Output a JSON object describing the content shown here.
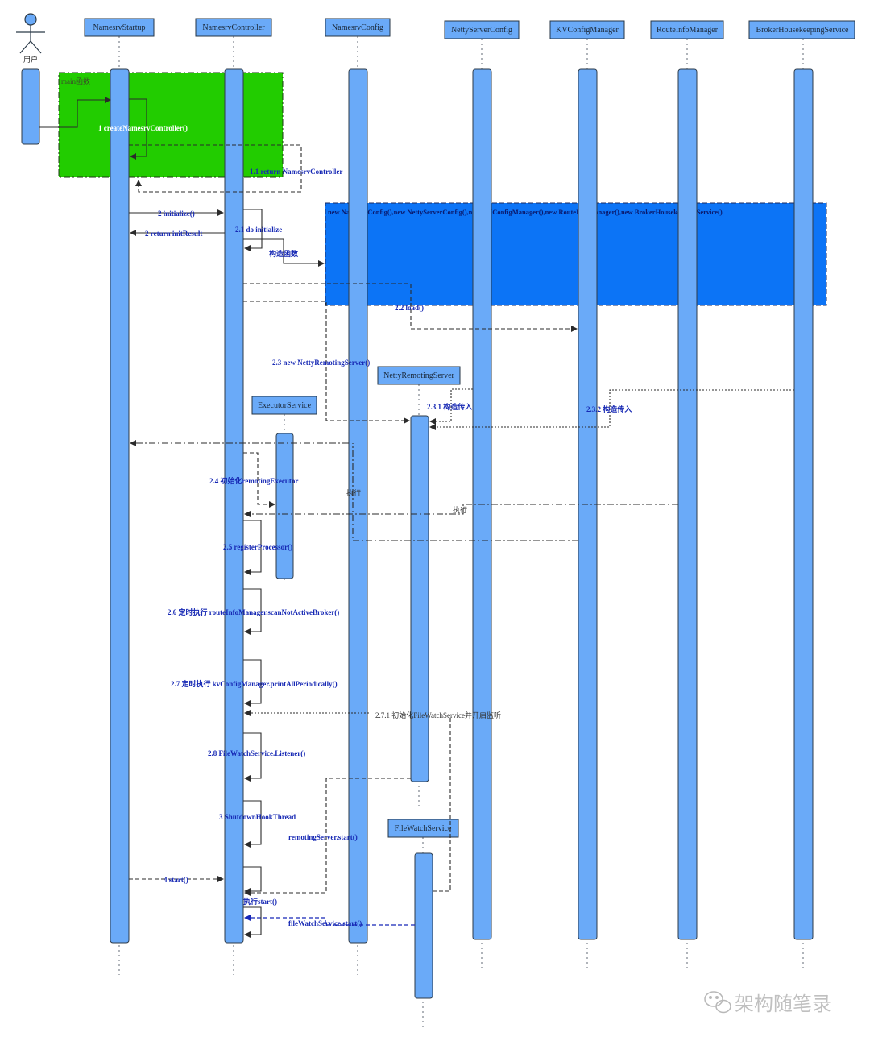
{
  "actor": {
    "label": "用户",
    "icon": "stick-figure-actor-icon"
  },
  "participants": [
    "NamesrvStartup",
    "NamesrvController",
    "NamesrvConfig",
    "NettyServerConfig",
    "KVConfigManager",
    "RouteInfoManager",
    "BrokerHousekeepingService"
  ],
  "created_participants": {
    "netty_remoting_server": "NettyRemotingServer",
    "executor_service": "ExecutorService",
    "file_watch_service": "FileWatchService"
  },
  "frames": {
    "main_label": "main函数",
    "constructor_note": "new NamesrvConfig(),new NettyServerConfig(),new KVConfigManager(),new RouteInfoManager(),new BrokerHousekeepingService()"
  },
  "messages": {
    "m1": "1 createNamesrvController()",
    "m1_1": "1.1 return NamesrvController",
    "m2": "2 initialize()",
    "m2_return": "2 return initResult",
    "m2_1": "2.1 do initialize",
    "ctor": "构造函数",
    "m2_2": "2.2 load()",
    "m2_3": "2.3 new NettyRemotingServer()",
    "m2_3_1": "2.3.1 构造传入",
    "m2_3_2": "2.3.2 构造传入",
    "m2_4": "2.4 初始化remotingExecutor",
    "exec1": "执行",
    "exec2": "执行",
    "m2_5": "2.5 registerProcessor()",
    "m2_6": "2.6 定时执行 routeInfoManager.scanNotActiveBroker()",
    "m2_7": "2.7 定时执行 kvConfigManager.printAllPeriodically()",
    "m2_7_1": "2.7.1 初始化FileWatchService并开启监听",
    "m2_8": "2.8 FileWatchService.Listener()",
    "m3": "3 ShutdownHookThread",
    "remoting_start": "remotingServer.start()",
    "m4": "4 start()",
    "exec_start": "执行start()",
    "fws_start": "fileWatchService.start()"
  },
  "watermark": {
    "text": "架构随笔录",
    "icon": "wechat-icon"
  },
  "colors": {
    "participant_fill": "#6aaaf8",
    "main_frame": "#22cc00",
    "constructor_note": "#0c74f6",
    "label_text": "#1628b4"
  }
}
